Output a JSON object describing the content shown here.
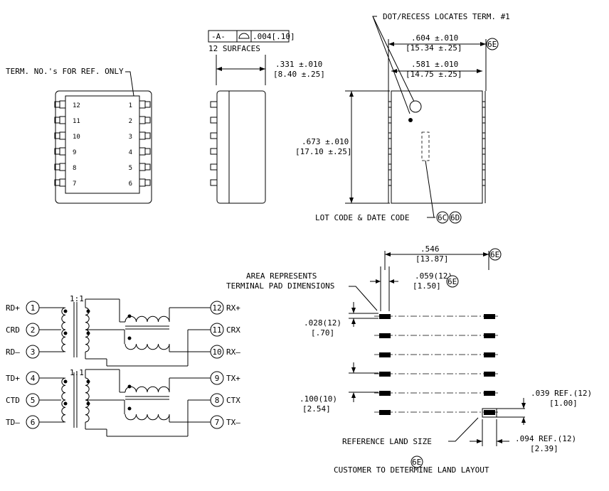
{
  "notes": {
    "term_ref": "TERM. NO.'s FOR REF. ONLY",
    "dot_recess": "DOT/RECESS LOCATES TERM. #1",
    "lot_code": "LOT CODE & DATE CODE",
    "area_represents_1": "AREA REPRESENTS",
    "area_represents_2": "TERMINAL PAD DIMENSIONS",
    "reference_land": "REFERENCE LAND SIZE",
    "customer_note": "CUSTOMER TO DETERMINE LAND LAYOUT"
  },
  "tolerance_frame": {
    "datum": "-A-",
    "value": ".004[.10]",
    "surfaces": "12 SURFACES"
  },
  "dimensions": {
    "side_width_in": ".331 ±.010",
    "side_width_mm": "[8.40 ±.25]",
    "overall_width_in": ".604 ±.010",
    "overall_width_mm": "[15.34 ±.25]",
    "body_width_in": ".581 ±.010",
    "body_width_mm": "[14.75 ±.25]",
    "height_in": ".673 ±.010",
    "height_mm": "[17.10 ±.25]",
    "row_spacing_in": ".546",
    "row_spacing_mm": "[13.87]",
    "pad_width_in": ".059(12)",
    "pad_width_mm": "[1.50]",
    "pad_height_in": ".028(12)",
    "pad_height_mm": "[.70]",
    "pitch_in": ".100(10)",
    "pitch_mm": "[2.54]",
    "land_h_in": ".039 REF.(12)",
    "land_h_mm": "[1.00]",
    "land_w_in": ".094 REF.(12)",
    "land_w_mm": "[2.39]"
  },
  "badges": {
    "b6e": "6E",
    "b6c": "6C",
    "b6d": "6D"
  },
  "pins": {
    "left": [
      "12",
      "11",
      "10",
      "9",
      "8",
      "7"
    ],
    "right": [
      "1",
      "2",
      "3",
      "4",
      "5",
      "6"
    ]
  },
  "schematic": {
    "ratio_top": "1:1",
    "ratio_bottom": "1:1",
    "left_pins": [
      {
        "label": "RD+",
        "num": "1"
      },
      {
        "label": "CRD",
        "num": "2"
      },
      {
        "label": "RD–",
        "num": "3"
      },
      {
        "label": "TD+",
        "num": "4"
      },
      {
        "label": "CTD",
        "num": "5"
      },
      {
        "label": "TD–",
        "num": "6"
      }
    ],
    "right_pins": [
      {
        "label": "RX+",
        "num": "12"
      },
      {
        "label": "CRX",
        "num": "11"
      },
      {
        "label": "RX–",
        "num": "10"
      },
      {
        "label": "TX+",
        "num": "9"
      },
      {
        "label": "CTX",
        "num": "8"
      },
      {
        "label": "TX–",
        "num": "7"
      }
    ]
  }
}
